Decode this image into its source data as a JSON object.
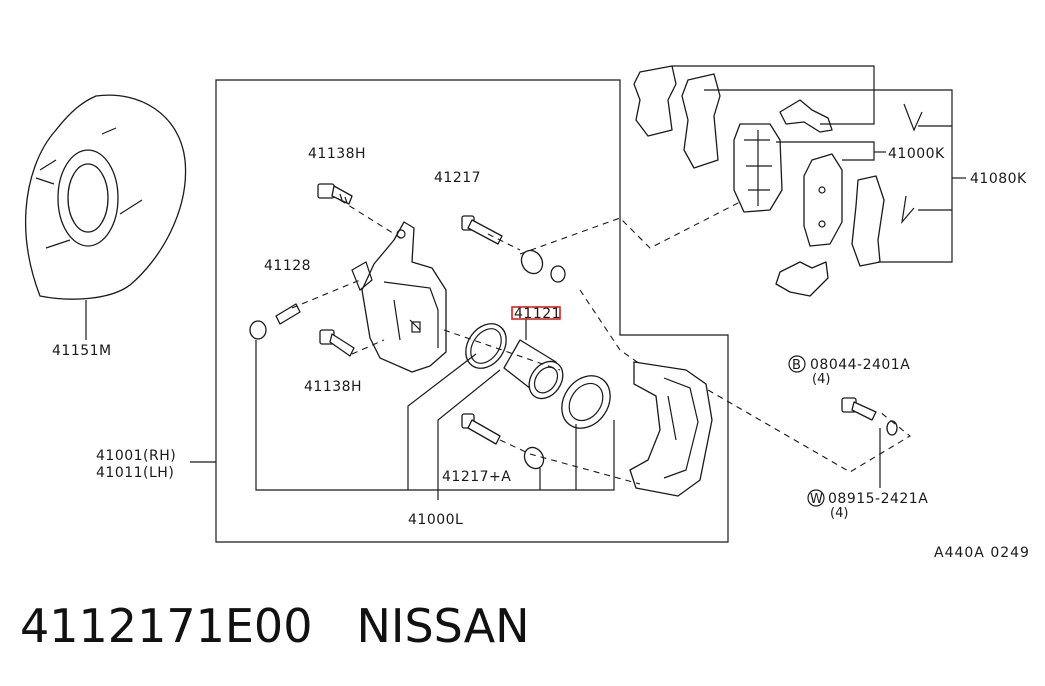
{
  "highlight_color": "#e0201c",
  "labels": {
    "p41151M": "41151M",
    "p41138H_top": "41138H",
    "p41217": "41217",
    "p41128": "41128",
    "p41121": "41121",
    "p41138H_bot": "41138H",
    "p41001": "41001(RH)",
    "p41011": "41011(LH)",
    "p41217A": "41217+A",
    "p41000L": "41000L",
    "p41000K": "41000K",
    "p41080K": "41080K",
    "bolt_b_code": "08044-2401A",
    "bolt_b_letter": "B",
    "bolt_b_qty": "(4)",
    "washer_w_code": "08915-2421A",
    "washer_w_letter": "W",
    "washer_w_qty": "(4)",
    "ref_code": "A440A 0249"
  },
  "caption": {
    "part_number": "4112171E00",
    "brand": "NISSAN"
  }
}
